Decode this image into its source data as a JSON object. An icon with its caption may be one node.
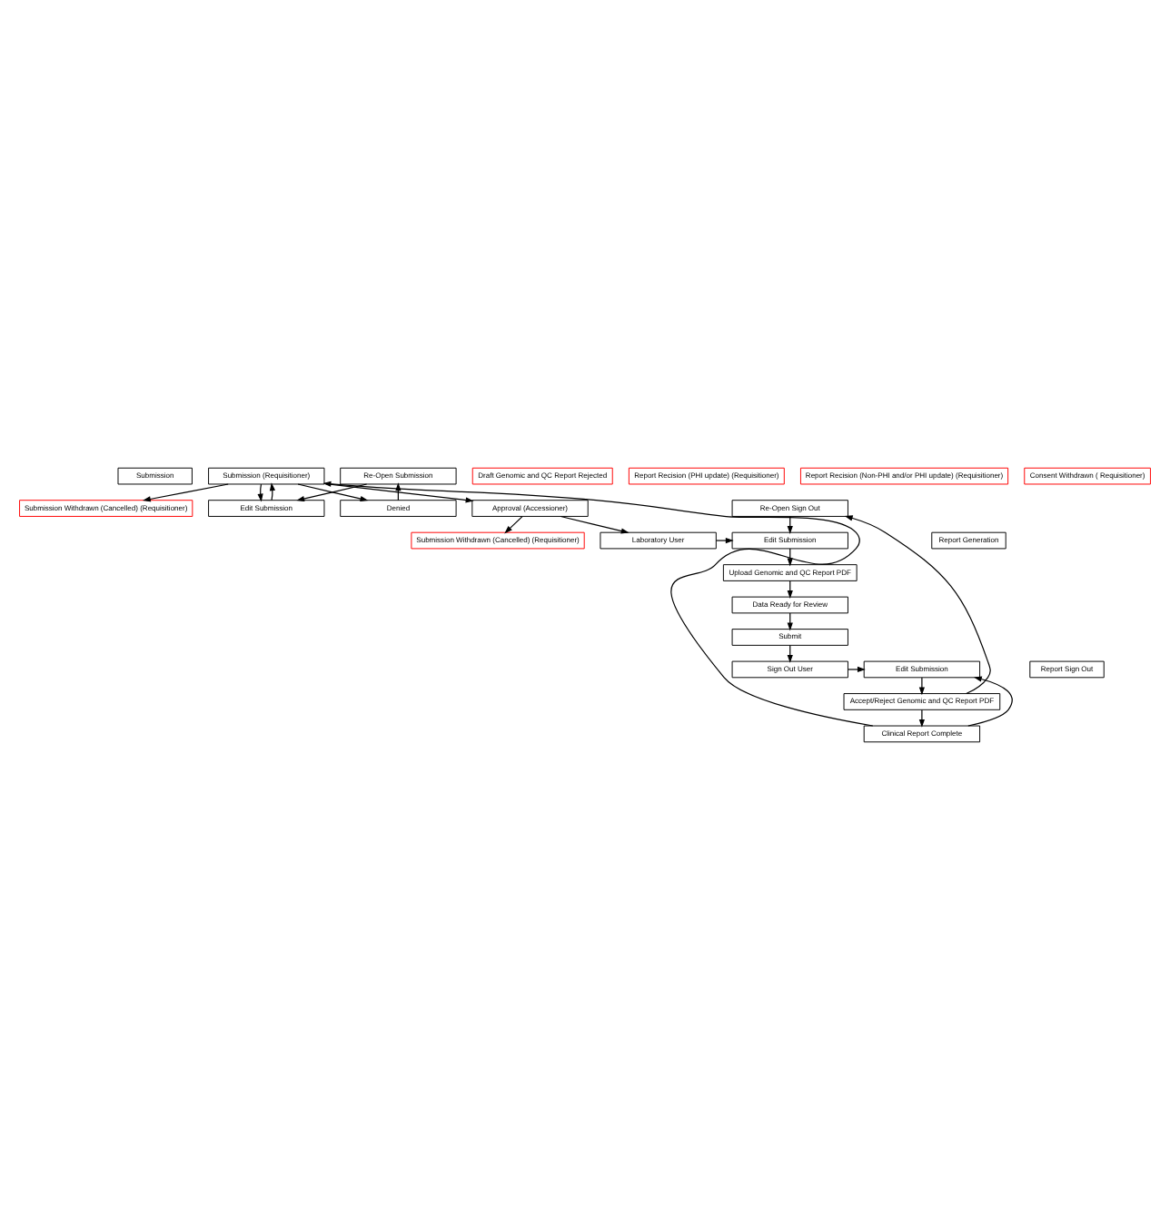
{
  "diagram": {
    "nodes": [
      {
        "text": [
          "Submission"
        ]
      },
      {
        "text": [
          "Submission (Requisitioner)"
        ]
      },
      {
        "text": [
          "Submission Withdrawn (Cancelled) (Requisitioner)"
        ]
      },
      {
        "text": [
          "Edit Submission"
        ]
      },
      {
        "text": [
          "Re-Open Submission"
        ]
      },
      {
        "text": [
          "Denied"
        ]
      },
      {
        "text": [
          "Approval (Accessioner)"
        ]
      },
      {
        "text": [
          "Submission Withdrawn (Cancelled) (Requisitioner)"
        ]
      },
      {
        "text": [
          "Report Generation"
        ]
      },
      {
        "text": [
          "Re-Open Sign Out"
        ]
      },
      {
        "text": [
          "Laboratory User"
        ]
      },
      {
        "text": [
          "Edit Submission"
        ]
      },
      {
        "text": [
          "Upload Genomic and QC Report PDF"
        ]
      },
      {
        "text": [
          "Draft Genomic and QC Report Rejected"
        ]
      },
      {
        "text": [
          "Data Ready for Review"
        ]
      },
      {
        "text": [
          "Submit"
        ]
      },
      {
        "text": [
          "Report Recision (PHI update) (Requisitioner)"
        ]
      },
      {
        "text": [
          "Report Sign Out"
        ]
      },
      {
        "text": [
          "Sign Out User"
        ]
      },
      {
        "text": [
          "Edit Submission"
        ]
      },
      {
        "text": [
          "Accept/Reject Genomic and QC Report PDF"
        ]
      },
      {
        "text": [
          "Clinical Report Complete"
        ]
      },
      {
        "text": [
          "Report Recision (Non-PHI and/or PHI update) (Requisitioner)"
        ]
      },
      {
        "text": [
          "Consent Withdrawn ( Requisitioner)"
        ]
      }
    ],
    "edges": [
      {
        "from": 1,
        "to": 2,
        "arrow": "to"
      },
      {
        "from": 1,
        "to": 3,
        "arrow": "to"
      },
      {
        "from": 1,
        "to": 5,
        "arrow": "to"
      },
      {
        "from": 1,
        "to": 6,
        "arrow": "to"
      },
      {
        "from": 5,
        "to": 4,
        "arrow": "to"
      },
      {
        "from": 4,
        "to": 3,
        "arrow": "to"
      },
      {
        "from": 3,
        "to": 1,
        "arrow": "to"
      },
      {
        "from": 21,
        "to": 1,
        "arrow": "to"
      },
      {
        "from": 6,
        "to": 7,
        "arrow": "to"
      },
      {
        "from": 6,
        "to": 10,
        "arrow": "to"
      },
      {
        "from": 9,
        "to": 11,
        "arrow": "to"
      },
      {
        "from": 10,
        "to": 11,
        "arrow": "to"
      },
      {
        "from": 11,
        "to": 12,
        "arrow": "to"
      },
      {
        "from": 12,
        "to": 14,
        "arrow": "to"
      },
      {
        "from": 14,
        "to": 15,
        "arrow": "to"
      },
      {
        "from": 15,
        "to": 18,
        "arrow": "to"
      },
      {
        "from": 18,
        "to": 19,
        "arrow": "to"
      },
      {
        "from": 19,
        "to": 20,
        "arrow": "to"
      },
      {
        "from": 20,
        "to": 21,
        "arrow": "to"
      },
      {
        "from": 20,
        "to": 9,
        "arrow": "to"
      },
      {
        "from": 21,
        "to": 19,
        "arrow": "to"
      }
    ]
  }
}
